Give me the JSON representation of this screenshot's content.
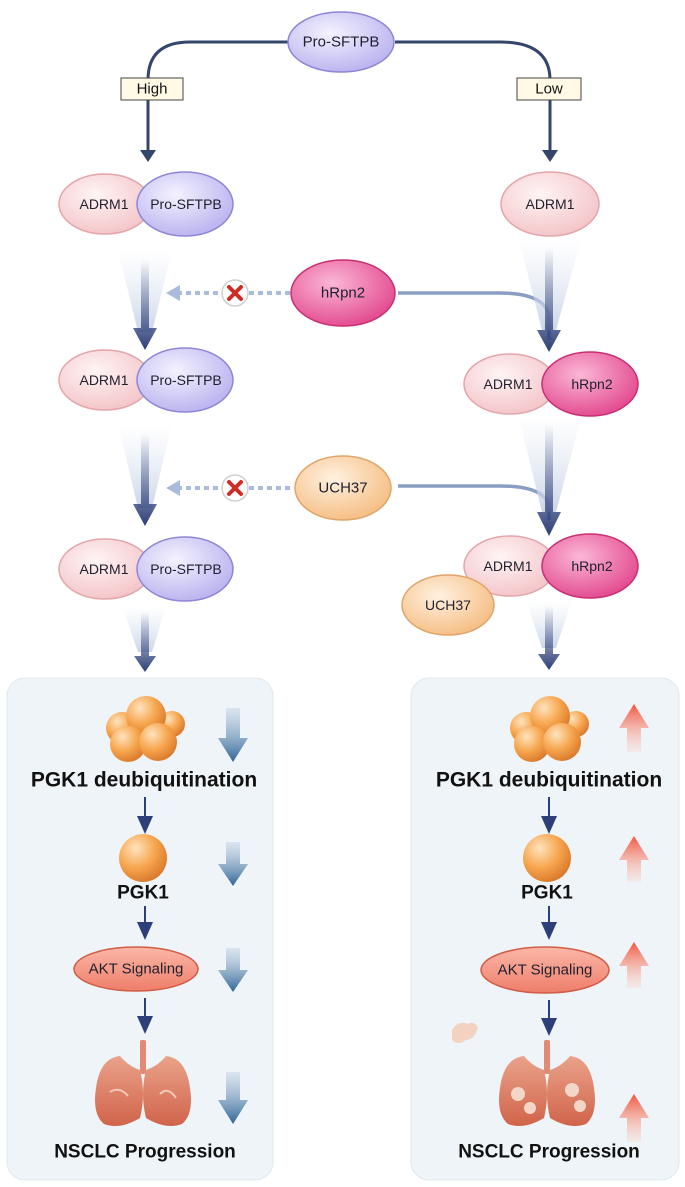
{
  "top": {
    "protein": "Pro-SFTPB",
    "high_label": "High",
    "low_label": "Low"
  },
  "left": {
    "step1": {
      "a": "ADRM1",
      "b": "Pro-SFTPB"
    },
    "step2": {
      "a": "ADRM1",
      "b": "Pro-SFTPB"
    },
    "step3": {
      "a": "ADRM1",
      "b": "Pro-SFTPB"
    },
    "panel": {
      "deubiquitination": "PGK1 deubiquitination",
      "pgk1": "PGK1",
      "akt": "AKT Signaling",
      "outcome": "NSCLC Progression",
      "trend": "down"
    }
  },
  "middle": {
    "hrpn2": "hRpn2",
    "uch37": "UCH37"
  },
  "right": {
    "step1": {
      "a": "ADRM1"
    },
    "step2": {
      "a": "ADRM1",
      "b": "hRpn2"
    },
    "step3": {
      "a": "ADRM1",
      "b": "hRpn2",
      "c": "UCH37"
    },
    "panel": {
      "deubiquitination": "PGK1 deubiquitination",
      "pgk1": "PGK1",
      "akt": "AKT Signaling",
      "outcome": "NSCLC Progression",
      "trend": "up"
    }
  },
  "colors": {
    "purple": "#c7c2f2",
    "pink_light": "#f8d3d6",
    "magenta": "#ec5f9d",
    "peach": "#f9cc9c",
    "orange": "#f29b41",
    "panel_bg": "#eef4f8",
    "arrow_navy": "#2d3f78",
    "trend_down": "#3d6d9a",
    "trend_up": "#f06a55"
  },
  "icons": [
    "block-x-icon",
    "protein-cluster-icon",
    "protein-sphere-icon",
    "lung-icon",
    "trend-down-icon",
    "trend-up-icon"
  ]
}
